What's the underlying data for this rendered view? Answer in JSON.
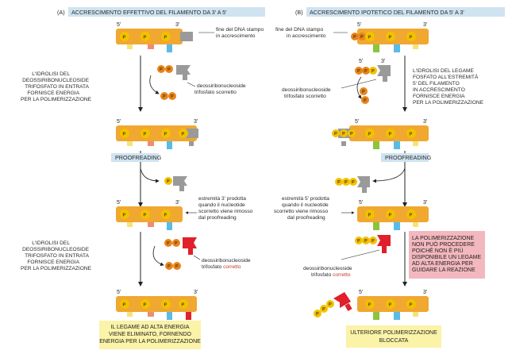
{
  "panel_a": {
    "letter": "(A)",
    "title": "ACCRESCIMENTO EFFETTIVO DEL FILAMENTO DA 3' A 5'",
    "note_growing_end": [
      "fine del DNA stampo",
      "in accrescimento"
    ],
    "step1_text": [
      "L'IDROLISI DEL",
      "DEOSSIRIBONUCLEOSIDE",
      "TRIFOSFATO IN ENTRATA",
      "FORNISCE ENERGIA",
      "PER LA POLIMERIZZAZIONE"
    ],
    "incoming_label": [
      "deossiribonucleoside",
      "trifosfato scorretto"
    ],
    "proofreading": "PROOFREADING",
    "removed_label": [
      "estremità 3' prodotta",
      "quando il nucleotide",
      "scorretto viene rimosso",
      "dal proofreading"
    ],
    "step2_text": [
      "L'IDROLISI DEL",
      "DEOSSIRIBONUCLEOSIDE",
      "TRIFOSFATO IN ENTRATA",
      "FORNISCE ENERGIA",
      "PER LA POLIMERIZZAZIONE"
    ],
    "correct_label": [
      "deossiribonucleoside",
      "trifosfato "
    ],
    "correct_word": "corretto",
    "result_box": [
      "IL LEGAME AD ALTA ENERGIA",
      "VIENE ELIMINATO, FORNENDO",
      "ENERGIA PER LA POLIMERIZZAZIONE"
    ]
  },
  "panel_b": {
    "letter": "(B)",
    "title": "ACCRESCIMENTO IPOTETICO DEL FILAMENTO DA 5' A 3'",
    "note_growing_end": [
      "fine del DNA stampo",
      "in accrescimento"
    ],
    "step1_text": [
      "L'IDROLISI DEL LEGAME",
      "FOSFATO ALL'ESTREMITÀ",
      "5' DEL FILAMENTO",
      "IN ACCRESCIMENTO",
      "FORNISCE ENERGIA",
      "PER LA POLIMERIZZAZIONE"
    ],
    "incoming_label": [
      "deossiribonucleoside",
      "trifosfato scorretto"
    ],
    "proofreading": "PROOFREADING",
    "removed_label": [
      "estremità 5' prodotta",
      "quando il nucleotide",
      "scorretto viene rimosso",
      "dal proofreading"
    ],
    "correct_label": [
      "deossiribonucleoside",
      "trifosfato "
    ],
    "correct_word": "corretto",
    "blocked_box": [
      "LA POLIMERIZZAZIONE",
      "NON PUÒ PROCEDERE",
      "POICHÉ NON È PIÙ",
      "DISPONIBILE UN LEGAME",
      "AD ALTA ENERGIA PER",
      "GUIDARE LA REAZIONE"
    ],
    "result_box": [
      "ULTERIORE POLIMERIZZAZIONE",
      "BLOCCATA"
    ]
  },
  "labels": {
    "five": "5'",
    "three": "3'",
    "p": "P"
  },
  "colors": {
    "strand": "#f0a830",
    "phosphate": "#f2c200",
    "phosphate_orange": "#e8841a",
    "header_bg": "#cfe3f0",
    "grey_nucleotide": "#9a9a9a",
    "red_nucleotide": "#e0202a",
    "yellow_box": "#faf3a8",
    "pink_box": "#f3b8be",
    "base_yellow": "#f7e27a",
    "base_salmon": "#ef8c74",
    "base_blue": "#5bbbe8",
    "base_green": "#8cc43c"
  }
}
